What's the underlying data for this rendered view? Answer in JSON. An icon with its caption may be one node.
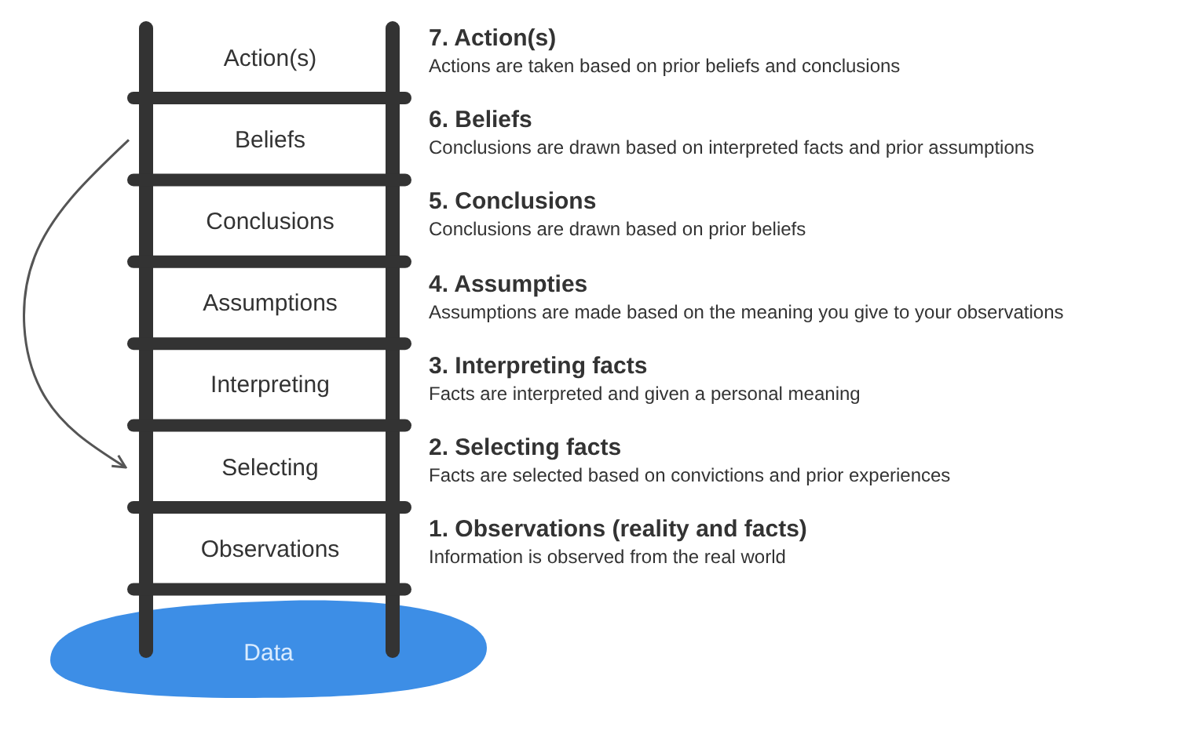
{
  "diagram": {
    "nodes": [
      {
        "text": [
          "Action(s)"
        ],
        "beside": [
          "7. Action(s)",
          "Actions are taken based on prior beliefs and conclusions"
        ]
      },
      {
        "text": [
          "Beliefs"
        ],
        "beside": [
          "6. Beliefs",
          "Conclusions are drawn based on interpreted facts and prior assumptions"
        ]
      },
      {
        "text": [
          "Conclusions"
        ],
        "beside": [
          "5. Conclusions",
          "Conclusions are drawn based on prior beliefs"
        ]
      },
      {
        "text": [
          "Assumptions"
        ],
        "beside": [
          "4. Assumpties",
          "Assumptions are made based on the meaning you give to your observations"
        ]
      },
      {
        "text": [
          "Interpreting"
        ],
        "beside": [
          "3. Interpreting facts",
          "Facts are interpreted and given a personal meaning"
        ]
      },
      {
        "text": [
          "Selecting"
        ],
        "beside": [
          "2. Selecting facts",
          "Facts are selected based on convictions and prior experiences"
        ]
      },
      {
        "text": [
          "Observations"
        ],
        "beside": [
          "1. Observations (reality and facts)",
          "Information is observed from the real world"
        ]
      },
      {
        "text": [
          "Data"
        ]
      }
    ],
    "edges": [
      {
        "from": 1,
        "to": 5,
        "arrow": "to"
      }
    ]
  }
}
